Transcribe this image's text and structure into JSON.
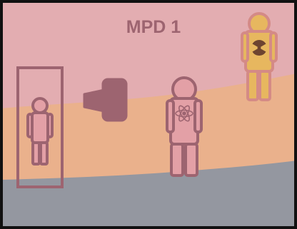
{
  "title": "MPD 1",
  "colors": {
    "border": "#111111",
    "background": "#e3adb1",
    "orange_band": "#eab18c",
    "floor": "#9497a0",
    "purple_ink": "#9d6470",
    "person_fill": "#e3a0a6",
    "radiation_person_fill": "#e7b75f",
    "radiation_person_stroke": "#d48a86",
    "radiation_symbol": "#6d4430",
    "title_color": "#9d6470"
  },
  "elements": [
    {
      "name": "portrait-frame",
      "description_icon": "frame-icon"
    },
    {
      "name": "small-person",
      "icon": "person-icon"
    },
    {
      "name": "dosimeter-device",
      "icon": "camera-icon"
    },
    {
      "name": "atom-person",
      "icon": "atom-icon"
    },
    {
      "name": "radiation-person",
      "icon": "radiation-icon"
    }
  ]
}
